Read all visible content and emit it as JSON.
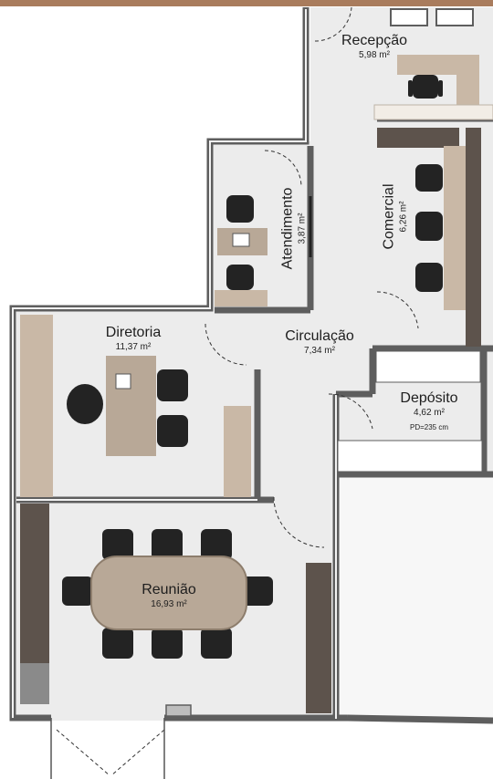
{
  "rooms": {
    "recepcao": {
      "name": "Recepção",
      "area": "5,98 m²"
    },
    "atendimento": {
      "name": "Atendimento",
      "area": "3,87 m²"
    },
    "comercial": {
      "name": "Comercial",
      "area": "6,26 m²"
    },
    "diretoria": {
      "name": "Diretoria",
      "area": "11,37 m²"
    },
    "circulacao": {
      "name": "Circulação",
      "area": "7,34 m²"
    },
    "deposito": {
      "name": "Depósito",
      "area": "4,62 m²",
      "note": "PD=235 cm"
    },
    "reuniao": {
      "name": "Reunião",
      "area": "16,93 m²"
    }
  },
  "colors": {
    "wall": "#5e5e5e",
    "floor": "#ececec",
    "wood_light": "#c9b8a6",
    "wood_dark": "#5d534c",
    "table": "#b8a897",
    "chair": "#232323",
    "top_band": "#a97c5d"
  }
}
